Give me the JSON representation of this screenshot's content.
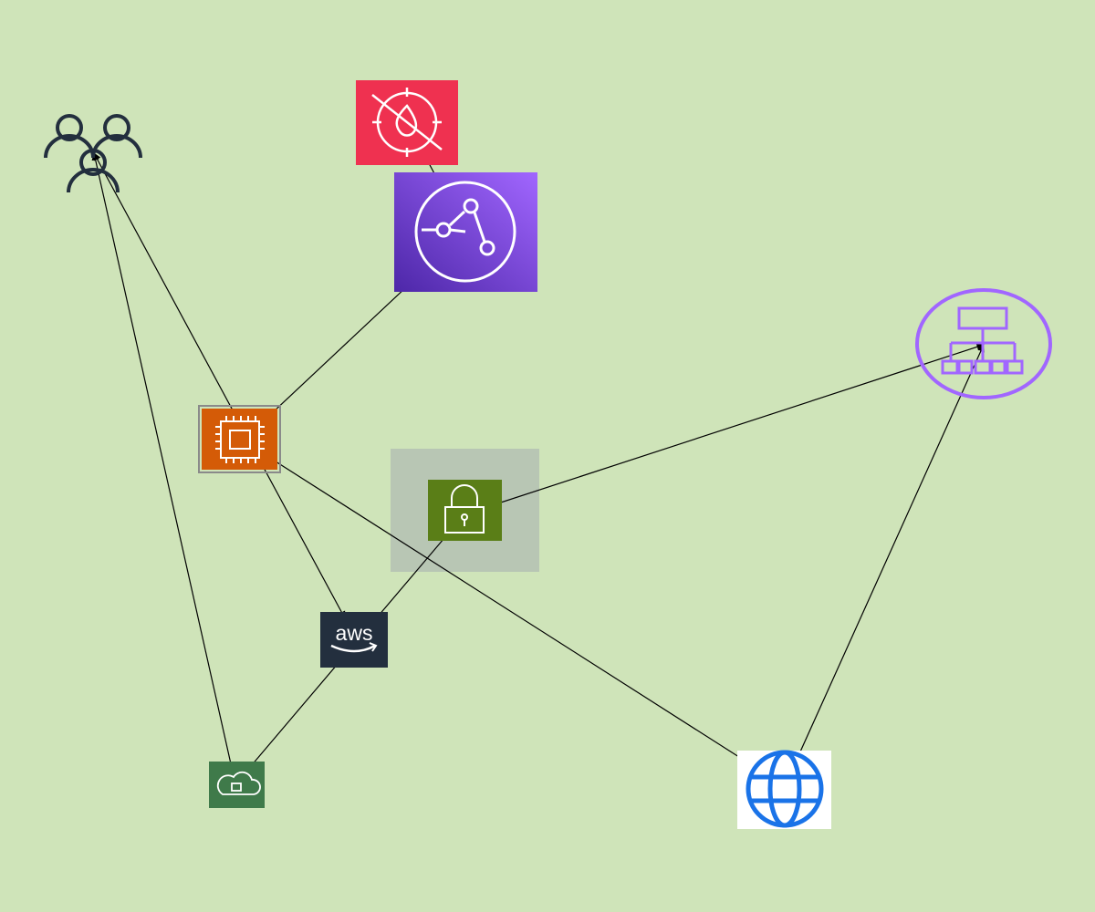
{
  "diagram": {
    "background": "#cfe4b9",
    "edge_color": "#000000",
    "nodes": [
      {
        "id": "users",
        "icon": "users-icon",
        "colors": {
          "stroke": "#232f3e"
        }
      },
      {
        "id": "firewall",
        "icon": "firewall-icon",
        "colors": {
          "fill": "#ef3150",
          "stroke": "#ffffff"
        }
      },
      {
        "id": "cloudfront",
        "icon": "cloudfront-icon",
        "colors": {
          "fill": "#7d3ae0",
          "stroke": "#ffffff"
        }
      },
      {
        "id": "load-balancer",
        "icon": "load-balancer-icon",
        "colors": {
          "stroke": "#a166ff"
        }
      },
      {
        "id": "ec2-instance",
        "icon": "ec2-chip-icon",
        "colors": {
          "fill": "#d45b07",
          "stroke": "#ffffff"
        }
      },
      {
        "id": "security-group",
        "icon": "security-lock-icon",
        "colors": {
          "fill": "#5a7e17",
          "stroke": "#ffffff",
          "group": "#b8c6b4"
        }
      },
      {
        "id": "aws-logo",
        "icon": "aws-logo-icon",
        "label": "aws",
        "colors": {
          "fill": "#232f3e",
          "stroke": "#ffffff"
        }
      },
      {
        "id": "vpn-gateway",
        "icon": "cloud-gateway-icon",
        "colors": {
          "fill": "#3f7a4a",
          "stroke": "#ffffff"
        }
      },
      {
        "id": "internet",
        "icon": "globe-icon",
        "colors": {
          "fill": "#ffffff",
          "stroke": "#1a73e8"
        }
      }
    ],
    "edges": [
      {
        "from": "users",
        "to": "aws-logo"
      },
      {
        "from": "users",
        "to": "vpn-gateway"
      },
      {
        "from": "ec2-instance",
        "to": "cloudfront"
      },
      {
        "from": "cloudfront",
        "to": "firewall"
      },
      {
        "from": "ec2-instance",
        "to": "internet"
      },
      {
        "from": "internet",
        "to": "load-balancer"
      },
      {
        "from": "vpn-gateway",
        "to": "security-group"
      },
      {
        "from": "security-group",
        "to": "load-balancer"
      }
    ]
  }
}
